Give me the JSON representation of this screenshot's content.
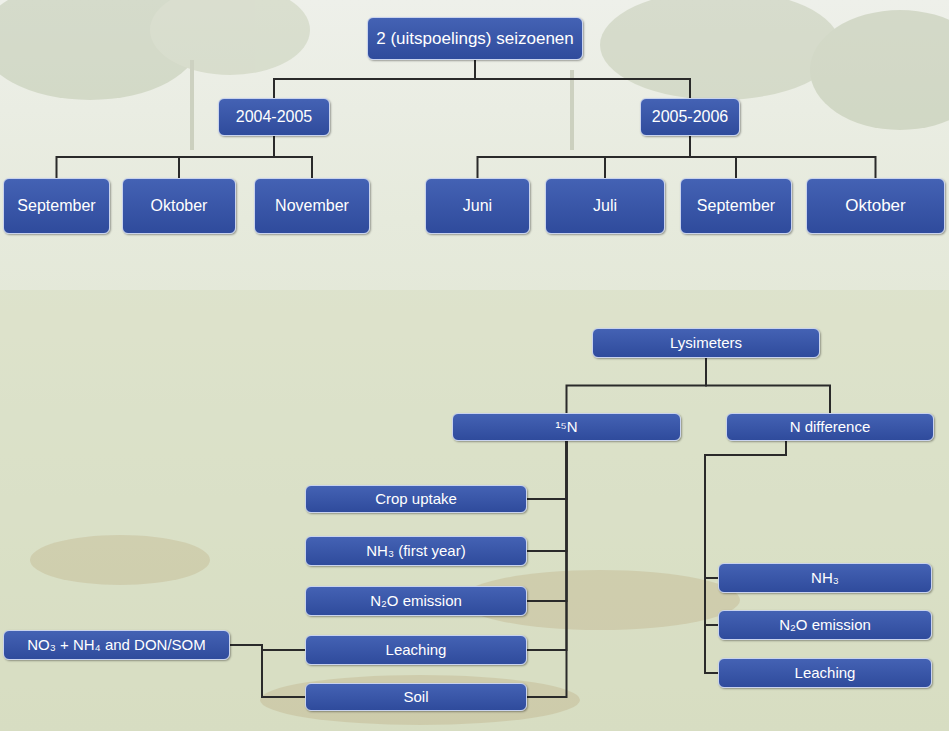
{
  "diagram": {
    "nodes": [
      {
        "text": [
          "2 (uitspoelings) seizoenen"
        ]
      },
      {
        "text": [
          "2004-2005"
        ]
      },
      {
        "text": [
          "2005-2006"
        ]
      },
      {
        "text": [
          "September"
        ]
      },
      {
        "text": [
          "Oktober"
        ]
      },
      {
        "text": [
          "November"
        ]
      },
      {
        "text": [
          "Juni"
        ]
      },
      {
        "text": [
          "Juli"
        ]
      },
      {
        "text": [
          "September"
        ]
      },
      {
        "text": [
          "Oktober"
        ]
      },
      {
        "text": [
          "Lysimeters"
        ]
      },
      {
        "text": [
          "¹⁵N"
        ]
      },
      {
        "text": [
          "N difference"
        ]
      },
      {
        "text": [
          "Crop uptake"
        ]
      },
      {
        "text": [
          "NH₃ (first year)"
        ]
      },
      {
        "text": [
          "N₂O emission"
        ]
      },
      {
        "text": [
          "Leaching"
        ]
      },
      {
        "text": [
          "Soil"
        ]
      },
      {
        "text": [
          "NO₃ + NH₄ and DON/SOM"
        ]
      },
      {
        "text": [
          "NH₃"
        ]
      },
      {
        "text": [
          "N₂O emission"
        ]
      },
      {
        "text": [
          "Leaching"
        ]
      }
    ],
    "edges": [
      {
        "from": 0,
        "to": 1,
        "arrow": "none"
      },
      {
        "from": 0,
        "to": 2,
        "arrow": "none"
      },
      {
        "from": 1,
        "to": 3,
        "arrow": "none"
      },
      {
        "from": 1,
        "to": 4,
        "arrow": "none"
      },
      {
        "from": 1,
        "to": 5,
        "arrow": "none"
      },
      {
        "from": 2,
        "to": 6,
        "arrow": "none"
      },
      {
        "from": 2,
        "to": 7,
        "arrow": "none"
      },
      {
        "from": 2,
        "to": 8,
        "arrow": "none"
      },
      {
        "from": 2,
        "to": 9,
        "arrow": "none"
      },
      {
        "from": 10,
        "to": 11,
        "arrow": "none"
      },
      {
        "from": 10,
        "to": 12,
        "arrow": "none"
      },
      {
        "from": 11,
        "to": 13,
        "arrow": "none"
      },
      {
        "from": 11,
        "to": 14,
        "arrow": "none"
      },
      {
        "from": 11,
        "to": 15,
        "arrow": "none"
      },
      {
        "from": 11,
        "to": 16,
        "arrow": "none"
      },
      {
        "from": 11,
        "to": 17,
        "arrow": "none"
      },
      {
        "from": 12,
        "to": 19,
        "arrow": "none"
      },
      {
        "from": 12,
        "to": 20,
        "arrow": "none"
      },
      {
        "from": 12,
        "to": 21,
        "arrow": "none"
      },
      {
        "from": 18,
        "to": 16,
        "arrow": "none"
      },
      {
        "from": 18,
        "to": 17,
        "arrow": "none"
      }
    ]
  }
}
